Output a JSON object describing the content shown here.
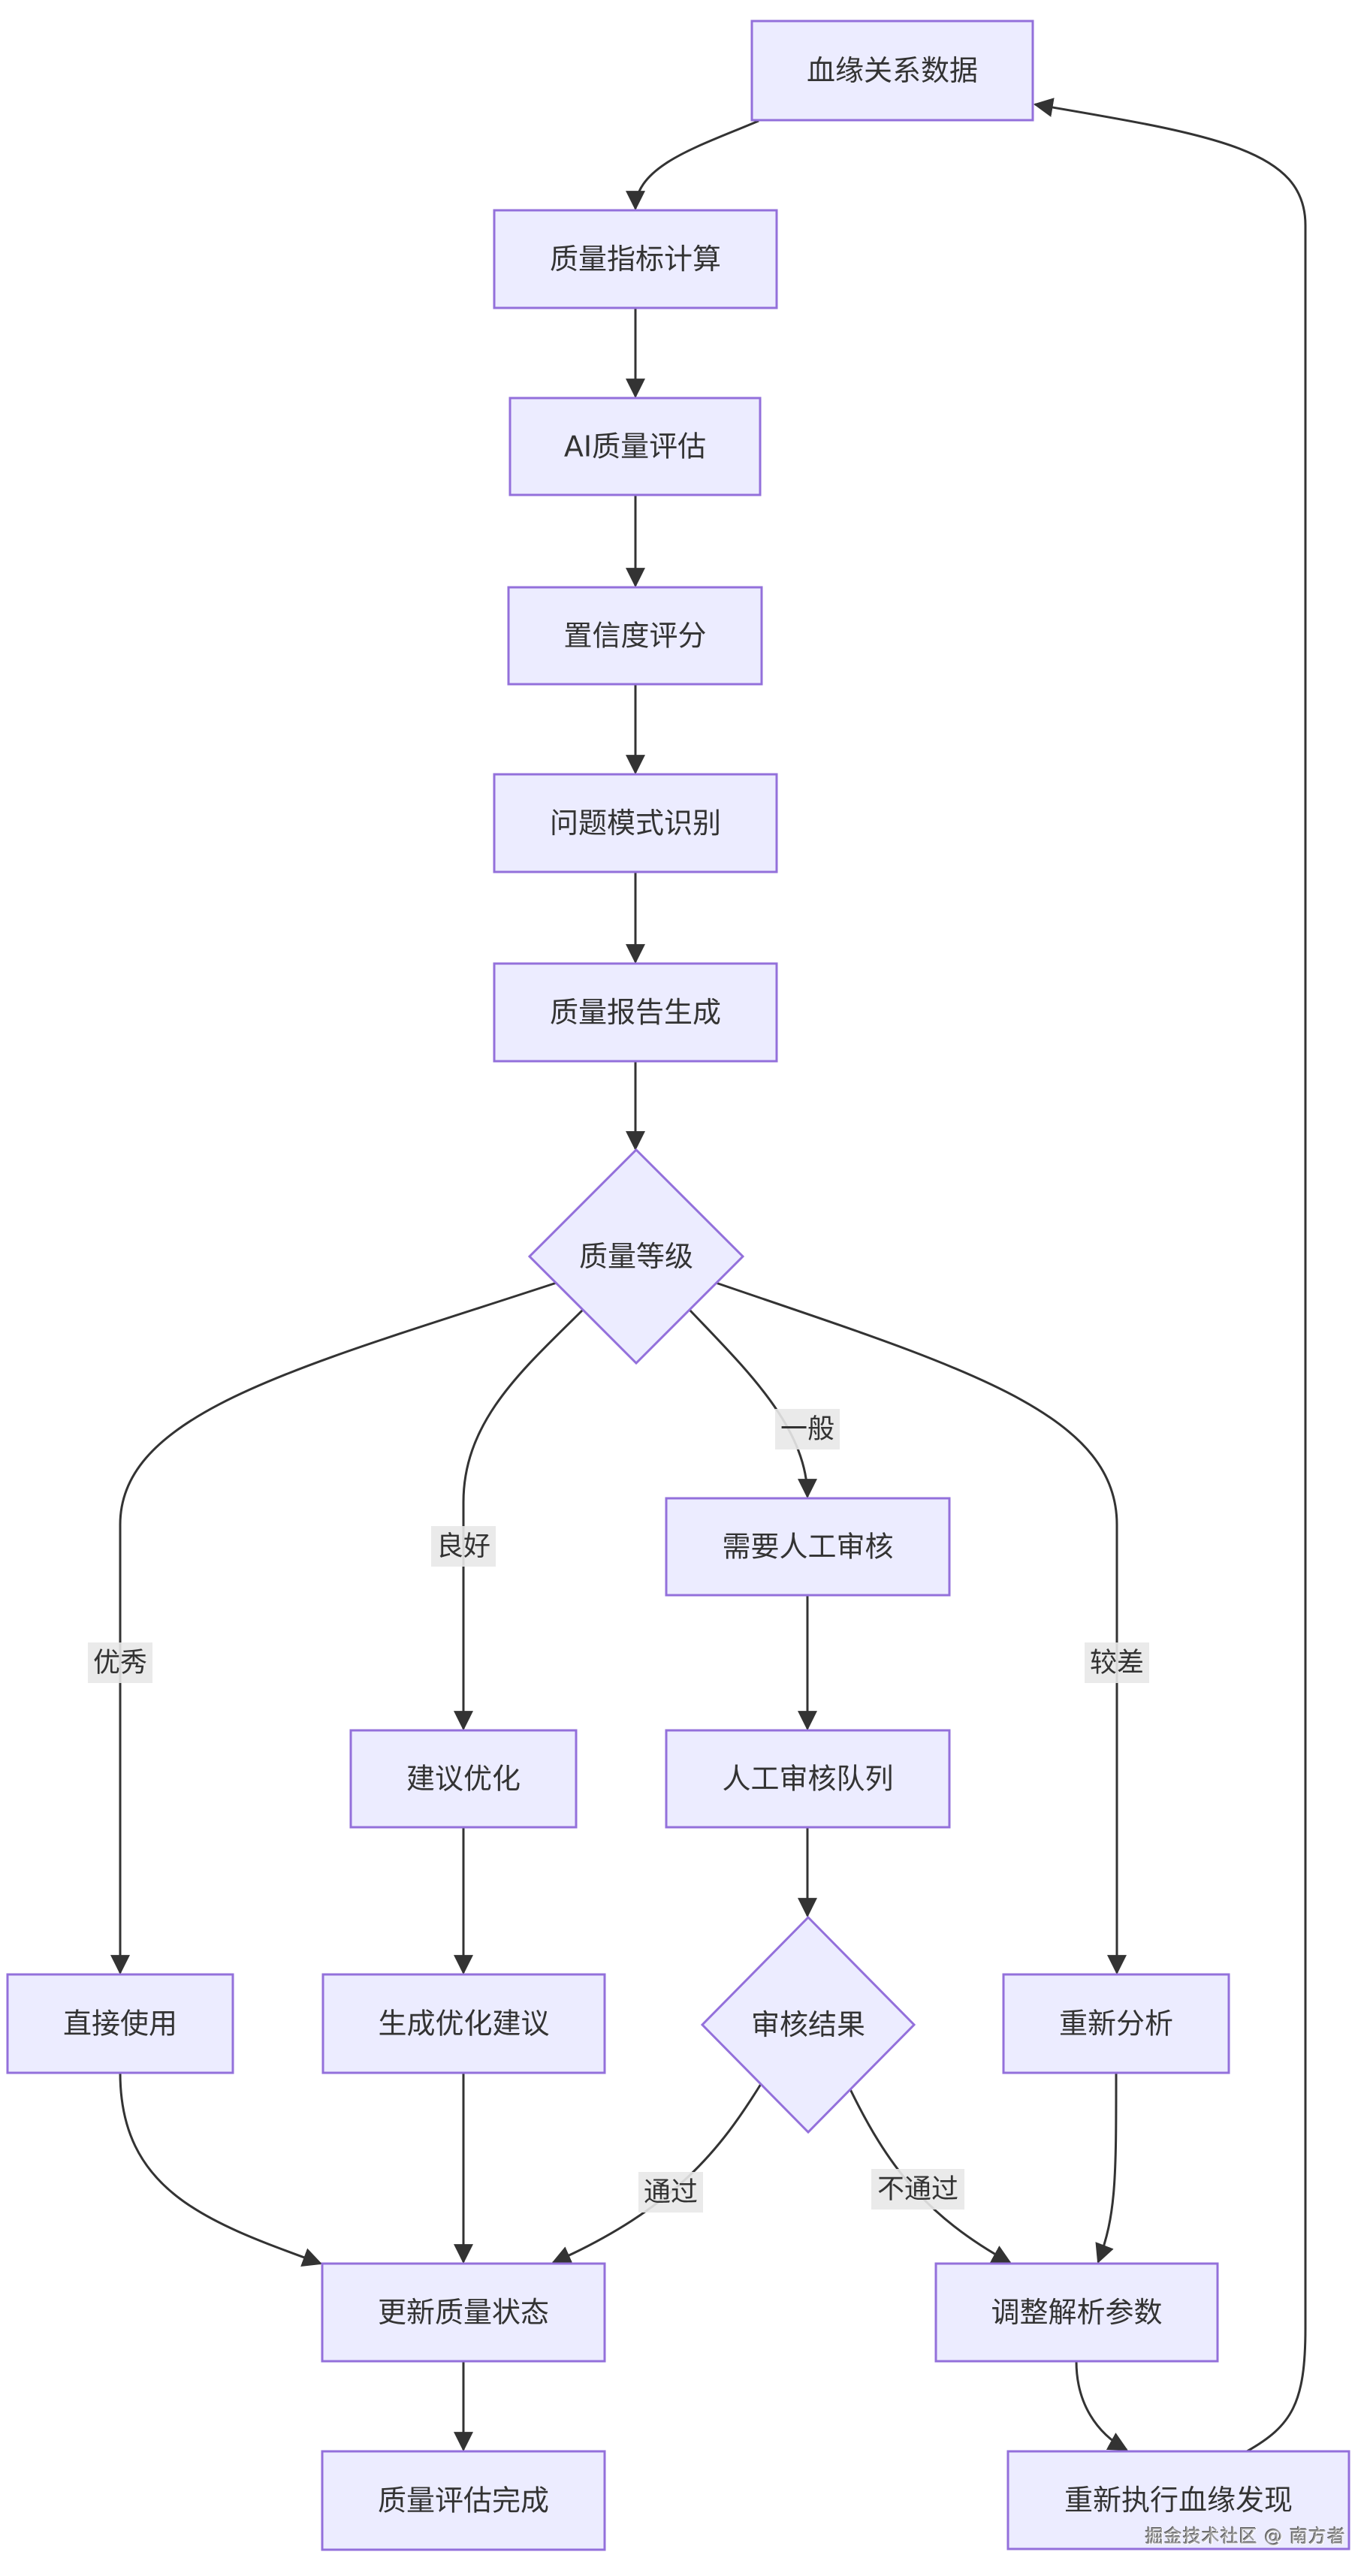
{
  "diagram": {
    "type": "flowchart",
    "direction": "top-down",
    "colors": {
      "node_fill": "#ececff",
      "node_stroke": "#9370db",
      "edge": "#333333",
      "label_bg": "#e8e8e8",
      "text": "#333333"
    },
    "nodes": [
      {
        "id": "A",
        "label": "血缘关系数据",
        "shape": "rect"
      },
      {
        "id": "B",
        "label": "质量指标计算",
        "shape": "rect"
      },
      {
        "id": "C",
        "label": "AI质量评估",
        "shape": "rect"
      },
      {
        "id": "D",
        "label": "置信度评分",
        "shape": "rect"
      },
      {
        "id": "E",
        "label": "问题模式识别",
        "shape": "rect"
      },
      {
        "id": "F",
        "label": "质量报告生成",
        "shape": "rect"
      },
      {
        "id": "G",
        "label": "质量等级",
        "shape": "diamond"
      },
      {
        "id": "H",
        "label": "直接使用",
        "shape": "rect"
      },
      {
        "id": "I",
        "label": "建议优化",
        "shape": "rect"
      },
      {
        "id": "J",
        "label": "需要人工审核",
        "shape": "rect"
      },
      {
        "id": "K",
        "label": "重新分析",
        "shape": "rect"
      },
      {
        "id": "L",
        "label": "生成优化建议",
        "shape": "rect"
      },
      {
        "id": "M",
        "label": "人工审核队列",
        "shape": "rect"
      },
      {
        "id": "N",
        "label": "审核结果",
        "shape": "diamond"
      },
      {
        "id": "O",
        "label": "更新质量状态",
        "shape": "rect"
      },
      {
        "id": "P",
        "label": "调整解析参数",
        "shape": "rect"
      },
      {
        "id": "Q",
        "label": "质量评估完成",
        "shape": "rect"
      },
      {
        "id": "R",
        "label": "重新执行血缘发现",
        "shape": "rect"
      }
    ],
    "edges": [
      {
        "from": "A",
        "to": "B",
        "label": ""
      },
      {
        "from": "B",
        "to": "C",
        "label": ""
      },
      {
        "from": "C",
        "to": "D",
        "label": ""
      },
      {
        "from": "D",
        "to": "E",
        "label": ""
      },
      {
        "from": "E",
        "to": "F",
        "label": ""
      },
      {
        "from": "F",
        "to": "G",
        "label": ""
      },
      {
        "from": "G",
        "to": "H",
        "label": "优秀"
      },
      {
        "from": "G",
        "to": "I",
        "label": "良好"
      },
      {
        "from": "G",
        "to": "J",
        "label": "一般"
      },
      {
        "from": "G",
        "to": "K",
        "label": "较差"
      },
      {
        "from": "I",
        "to": "L",
        "label": ""
      },
      {
        "from": "J",
        "to": "M",
        "label": ""
      },
      {
        "from": "M",
        "to": "N",
        "label": ""
      },
      {
        "from": "H",
        "to": "O",
        "label": ""
      },
      {
        "from": "L",
        "to": "O",
        "label": ""
      },
      {
        "from": "N",
        "to": "O",
        "label": "通过"
      },
      {
        "from": "N",
        "to": "P",
        "label": "不通过"
      },
      {
        "from": "K",
        "to": "P",
        "label": ""
      },
      {
        "from": "O",
        "to": "Q",
        "label": ""
      },
      {
        "from": "P",
        "to": "R",
        "label": ""
      },
      {
        "from": "R",
        "to": "A",
        "label": ""
      }
    ]
  },
  "watermark": "掘金技术社区 @ 南方者"
}
